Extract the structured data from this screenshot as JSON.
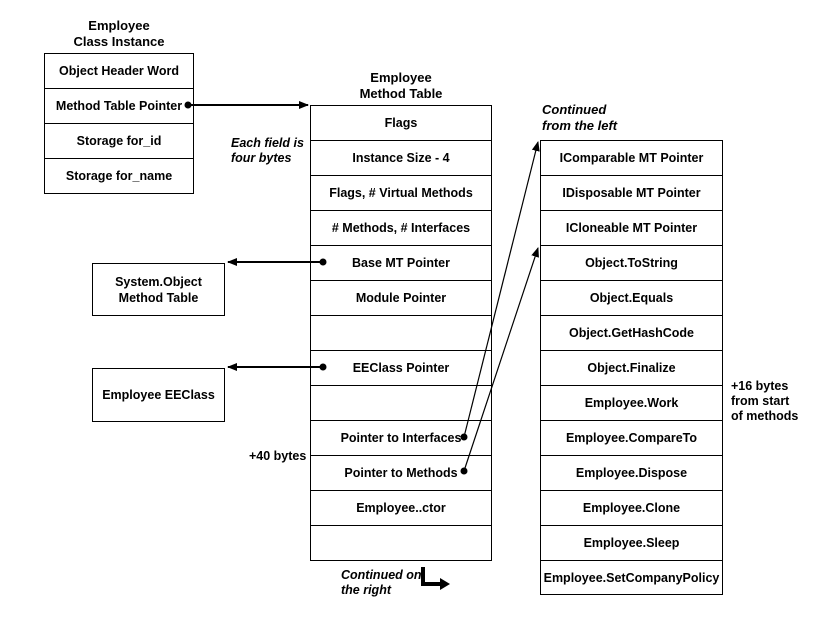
{
  "instance": {
    "title": "Employee\nClass Instance",
    "cells": [
      "Object Header Word",
      "Method Table Pointer",
      "Storage for_id",
      "Storage for_name"
    ]
  },
  "method_table": {
    "title": "Employee\nMethod Table",
    "cells": [
      "Flags",
      "Instance Size - 4",
      "Flags, # Virtual Methods",
      "# Methods, # Interfaces",
      "Base MT Pointer",
      "Module Pointer",
      "",
      "EEClass Pointer",
      "",
      "Pointer to Interfaces",
      "Pointer to Methods",
      "Employee..ctor",
      ""
    ]
  },
  "continued": {
    "title": "Continued\nfrom the left",
    "cells": [
      "IComparable MT Pointer",
      "IDisposable MT Pointer",
      "ICloneable MT Pointer",
      "Object.ToString",
      "Object.Equals",
      "Object.GetHashCode",
      "Object.Finalize",
      "Employee.Work",
      "Employee.CompareTo",
      "Employee.Dispose",
      "Employee.Clone",
      "Employee.Sleep",
      "Employee.SetCompanyPolicy"
    ]
  },
  "boxes": {
    "system_object": "System.Object\nMethod Table",
    "eeclass": "Employee EEClass"
  },
  "notes": {
    "field_size": "Each field is\nfour bytes",
    "offset_40": "+40 bytes",
    "offset_16": "+16 bytes\nfrom start\nof methods",
    "continued_right": "Continued on\nthe right"
  }
}
